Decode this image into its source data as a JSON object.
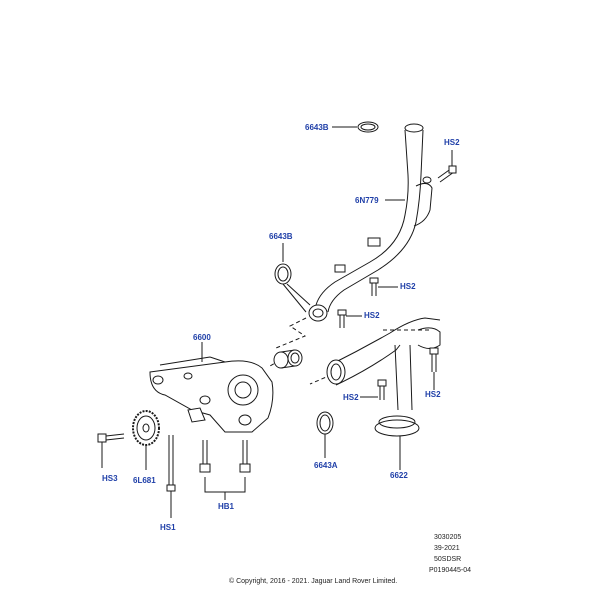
{
  "callouts": {
    "c6643b_top": "6643B",
    "hs2_top": "HS2",
    "c6n779": "6N779",
    "c6643b_mid": "6643B",
    "hs2_mid_right": "HS2",
    "hs2_mid": "HS2",
    "c6600": "6600",
    "hs2_lower": "HS2",
    "hs2_right": "HS2",
    "c6643a": "6643A",
    "c6622": "6622",
    "hs3": "HS3",
    "c6l681": "6L681",
    "hb1": "HB1",
    "hs1": "HS1"
  },
  "meta": {
    "line1": "3030205",
    "line2": "39-2021",
    "line3": "50SDSR",
    "line4": "P0190445-04"
  },
  "copyright": "© Copyright, 2016 - 2021. Jaguar Land Rover Limited.",
  "colors": {
    "callout": "#1f3fa8",
    "line": "#1a1a1a"
  }
}
